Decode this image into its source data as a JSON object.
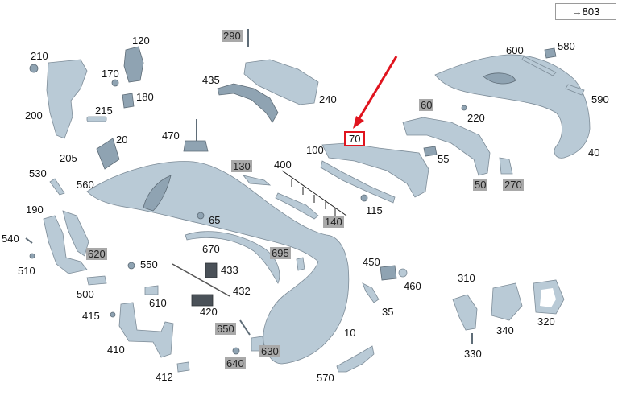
{
  "reference": "→803",
  "callouts": [
    {
      "id": "210",
      "text": "210",
      "gray": false
    },
    {
      "id": "120",
      "text": "120",
      "gray": false
    },
    {
      "id": "290",
      "text": "290",
      "gray": true
    },
    {
      "id": "170",
      "text": "170",
      "gray": false
    },
    {
      "id": "180",
      "text": "180",
      "gray": false
    },
    {
      "id": "435",
      "text": "435",
      "gray": false
    },
    {
      "id": "240",
      "text": "240",
      "gray": false
    },
    {
      "id": "600",
      "text": "600",
      "gray": false
    },
    {
      "id": "580",
      "text": "580",
      "gray": false
    },
    {
      "id": "590",
      "text": "590",
      "gray": false
    },
    {
      "id": "200",
      "text": "200",
      "gray": false
    },
    {
      "id": "215",
      "text": "215",
      "gray": false
    },
    {
      "id": "60",
      "text": "60",
      "gray": true
    },
    {
      "id": "220",
      "text": "220",
      "gray": false
    },
    {
      "id": "470",
      "text": "470",
      "gray": false
    },
    {
      "id": "20",
      "text": "20",
      "gray": false
    },
    {
      "id": "70",
      "text": "70",
      "gray": false
    },
    {
      "id": "205",
      "text": "205",
      "gray": false
    },
    {
      "id": "100",
      "text": "100",
      "gray": false
    },
    {
      "id": "40",
      "text": "40",
      "gray": false
    },
    {
      "id": "55",
      "text": "55",
      "gray": false
    },
    {
      "id": "530",
      "text": "530",
      "gray": false
    },
    {
      "id": "130",
      "text": "130",
      "gray": true
    },
    {
      "id": "400",
      "text": "400",
      "gray": false
    },
    {
      "id": "560",
      "text": "560",
      "gray": false
    },
    {
      "id": "50",
      "text": "50",
      "gray": true
    },
    {
      "id": "270",
      "text": "270",
      "gray": true
    },
    {
      "id": "190",
      "text": "190",
      "gray": false
    },
    {
      "id": "65",
      "text": "65",
      "gray": false
    },
    {
      "id": "115",
      "text": "115",
      "gray": false
    },
    {
      "id": "140",
      "text": "140",
      "gray": true
    },
    {
      "id": "540",
      "text": "540",
      "gray": false
    },
    {
      "id": "670",
      "text": "670",
      "gray": false
    },
    {
      "id": "620",
      "text": "620",
      "gray": true
    },
    {
      "id": "695",
      "text": "695",
      "gray": true
    },
    {
      "id": "510",
      "text": "510",
      "gray": false
    },
    {
      "id": "550",
      "text": "550",
      "gray": false
    },
    {
      "id": "433",
      "text": "433",
      "gray": false
    },
    {
      "id": "450",
      "text": "450",
      "gray": false
    },
    {
      "id": "310",
      "text": "310",
      "gray": false
    },
    {
      "id": "460",
      "text": "460",
      "gray": false
    },
    {
      "id": "500",
      "text": "500",
      "gray": false
    },
    {
      "id": "432",
      "text": "432",
      "gray": false
    },
    {
      "id": "610",
      "text": "610",
      "gray": false
    },
    {
      "id": "415",
      "text": "415",
      "gray": false
    },
    {
      "id": "420",
      "text": "420",
      "gray": false
    },
    {
      "id": "35",
      "text": "35",
      "gray": false
    },
    {
      "id": "340",
      "text": "340",
      "gray": false
    },
    {
      "id": "320",
      "text": "320",
      "gray": false
    },
    {
      "id": "650",
      "text": "650",
      "gray": true
    },
    {
      "id": "410",
      "text": "410",
      "gray": false
    },
    {
      "id": "10",
      "text": "10",
      "gray": false
    },
    {
      "id": "630",
      "text": "630",
      "gray": true
    },
    {
      "id": "330",
      "text": "330",
      "gray": false
    },
    {
      "id": "640",
      "text": "640",
      "gray": true
    },
    {
      "id": "412",
      "text": "412",
      "gray": false
    },
    {
      "id": "570",
      "text": "570",
      "gray": false
    }
  ],
  "highlighted_callout": "70",
  "colors": {
    "part": "#b9cad6",
    "highlight_box": "#e0141e",
    "arrow": "#e0141e",
    "gray_label_bg": "#a9a9a9"
  }
}
